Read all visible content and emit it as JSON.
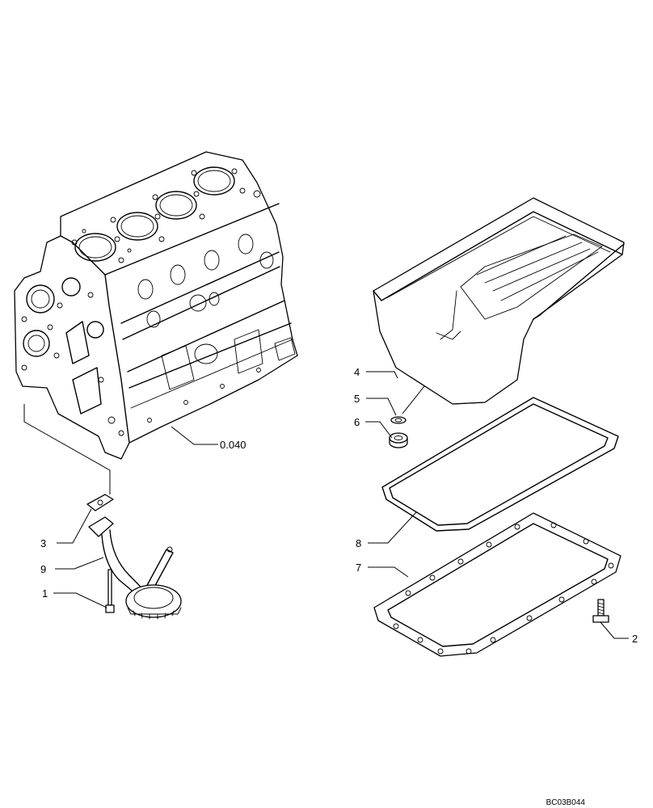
{
  "diagram": {
    "callouts": {
      "block_ref": "0.040",
      "c1": "1",
      "c2": "2",
      "c3": "3",
      "c4": "4",
      "c5": "5",
      "c6": "6",
      "c7": "7",
      "c8": "8",
      "c9": "9"
    },
    "drawing_code": "BC03B044"
  }
}
